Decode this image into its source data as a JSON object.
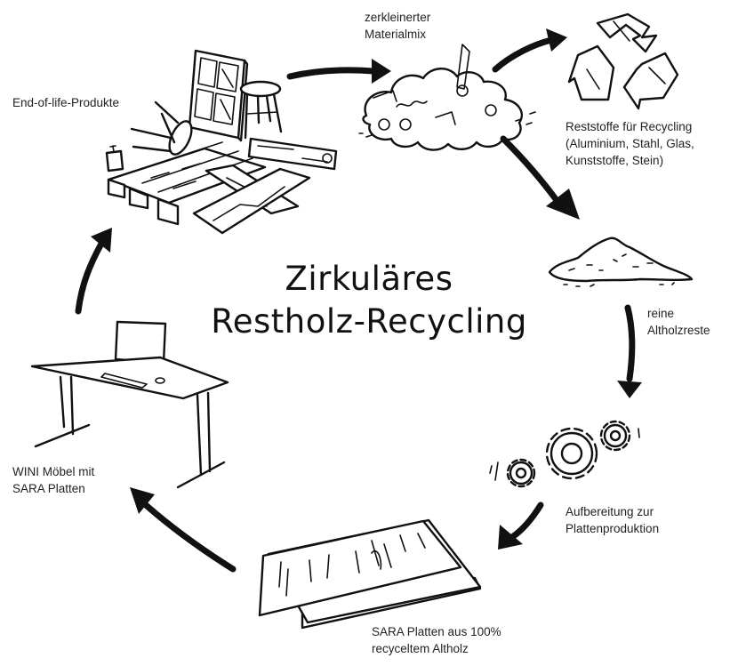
{
  "title": {
    "line1": "Zirkuläres",
    "line2": "Restholz-Recycling"
  },
  "steps": [
    {
      "id": "end-of-life",
      "label": "End-of-life-Produkte",
      "icon": "pallet-furniture-pile-icon"
    },
    {
      "id": "materialmix",
      "label": "zerkleinerter\nMaterialmix",
      "icon": "shredded-material-pile-icon"
    },
    {
      "id": "reststoffe",
      "label": "Reststoffe für Recycling\n(Aluminium, Stahl, Glas,\nKunststoffe, Stein)",
      "icon": "recycling-symbol-icon"
    },
    {
      "id": "altholz",
      "label": "reine\nAltholzreste",
      "icon": "wood-chip-pile-icon"
    },
    {
      "id": "aufbereitung",
      "label": "Aufbereitung zur\nPlattenproduktion",
      "icon": "gears-icon"
    },
    {
      "id": "platten",
      "label": "SARA Platten aus 100%\nrecyceltem Altholz",
      "icon": "wood-panels-icon"
    },
    {
      "id": "moebel",
      "label": "WINI Möbel mit\nSARA Platten",
      "icon": "desk-with-monitor-icon"
    }
  ],
  "colors": {
    "ink": "#111111",
    "background": "#ffffff"
  }
}
